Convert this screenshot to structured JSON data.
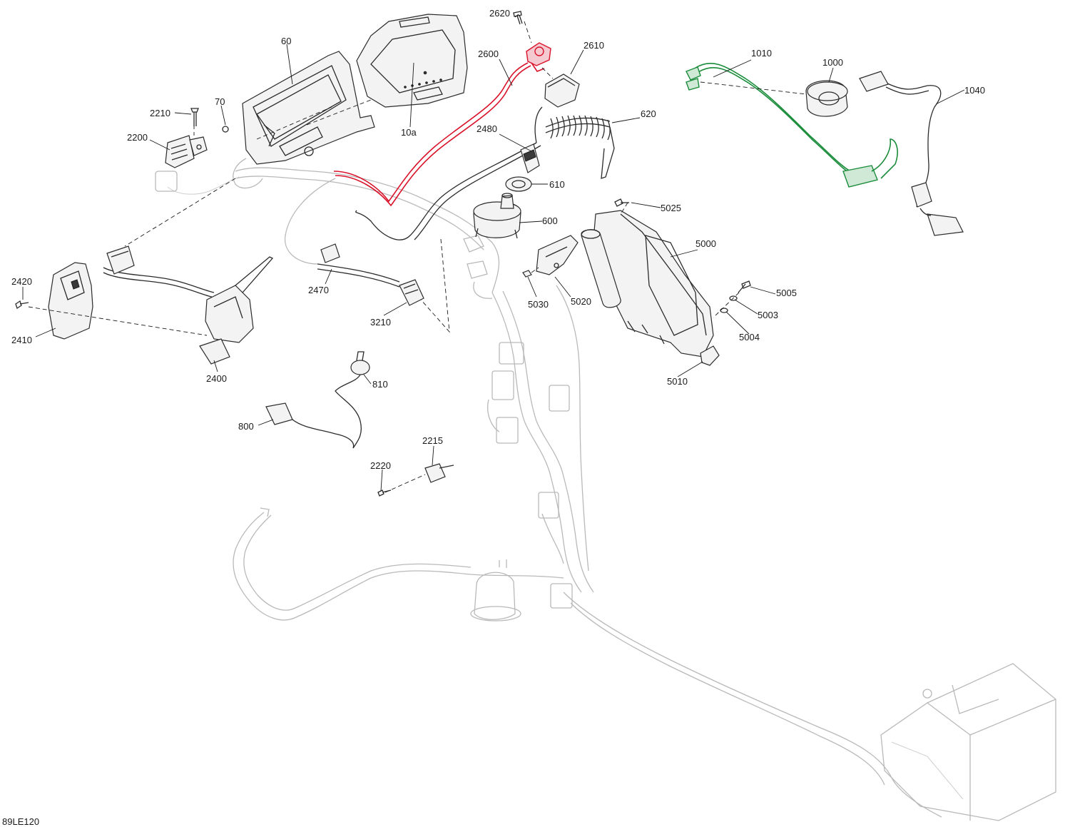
{
  "figure_code": "89LE120",
  "colors": {
    "red_highlight": "#d9122a",
    "green_highlight": "#1a8c3a",
    "ghost_line": "#b9b9b9",
    "ink": "#1a1a1a"
  },
  "callouts": {
    "p60": "60",
    "p70": "70",
    "p10a": "10a",
    "p2620": "2620",
    "p2600": "2600",
    "p2610": "2610",
    "p1010": "1010",
    "p1000": "1000",
    "p1040": "1040",
    "p2210": "2210",
    "p2200": "2200",
    "p620": "620",
    "p2480": "2480",
    "p610": "610",
    "p600": "600",
    "p5025": "5025",
    "p5000": "5000",
    "p2420": "2420",
    "p2410": "2410",
    "p2470": "2470",
    "p3210": "3210",
    "p5030": "5030",
    "p5020": "5020",
    "p5005": "5005",
    "p5003": "5003",
    "p5004": "5004",
    "p2400": "2400",
    "p5010": "5010",
    "p810": "810",
    "p800": "800",
    "p2215": "2215",
    "p2220": "2220"
  }
}
